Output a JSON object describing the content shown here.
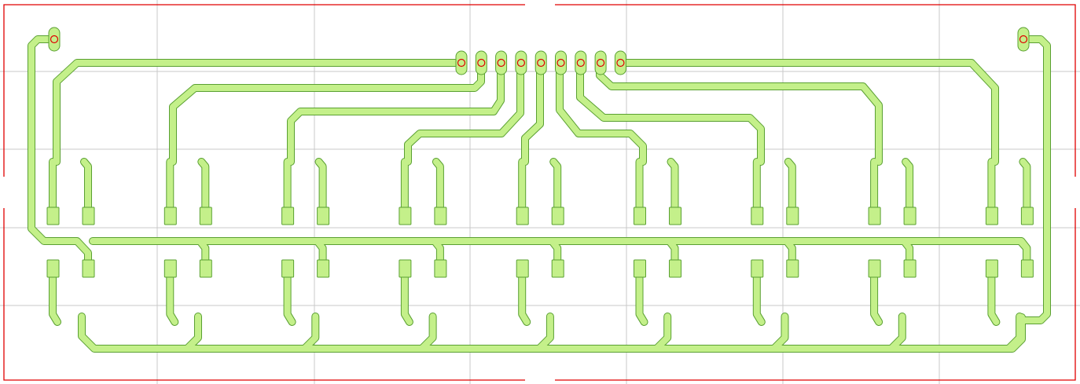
{
  "board": {
    "colors": {
      "background": "#ffffff",
      "grid": "#c8c8c8",
      "board_edge": "#e00000",
      "copper_fill": "#c4f08a",
      "copper_outline": "#5aa032",
      "drill": "#e00000"
    },
    "connector_pins": 9,
    "mounting_holes": 2,
    "channels": 9
  }
}
